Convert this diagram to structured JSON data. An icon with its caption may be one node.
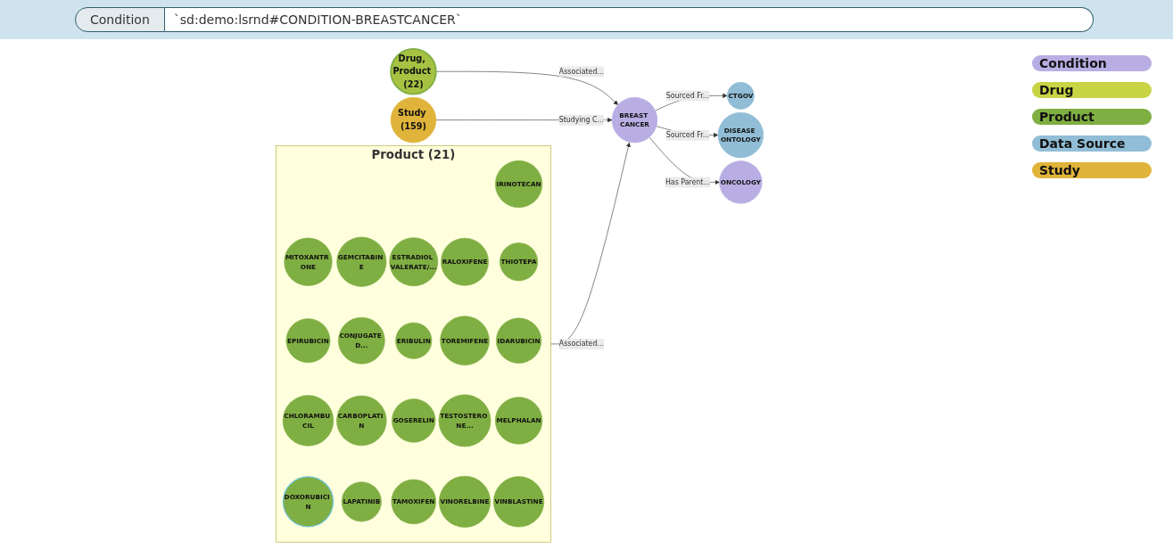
{
  "diagram": {
    "nodes": [
      {
        "text": [
          "Drug, Product (22)"
        ]
      },
      {
        "text": [
          "Product (21)"
        ]
      },
      {
        "text": [
          "IRINOTECAN"
        ],
        "in": 1
      },
      {
        "text": [
          "MITOXANTR ONE"
        ],
        "in": 1
      },
      {
        "text": [
          "GEMCITABIN E"
        ],
        "in": 1
      },
      {
        "text": [
          "ESTRADIOL VALERATE/..."
        ],
        "in": 1
      },
      {
        "text": [
          "RALOXIFENE"
        ],
        "in": 1
      },
      {
        "text": [
          "THIOTEPA"
        ],
        "in": 1
      },
      {
        "text": [
          "EPIRUBICIN"
        ],
        "in": 1
      },
      {
        "text": [
          "CONJUGATE D..."
        ],
        "in": 1
      },
      {
        "text": [
          "ERIBULIN"
        ],
        "in": 1
      },
      {
        "text": [
          "TOREMIFENE"
        ],
        "in": 1
      },
      {
        "text": [
          "IDARUBICIN"
        ],
        "in": 1
      },
      {
        "text": [
          "CHLORAMBU CIL"
        ],
        "in": 1
      },
      {
        "text": [
          "CARBOPLATI N"
        ],
        "in": 1
      },
      {
        "text": [
          "GOSERELIN"
        ],
        "in": 1
      },
      {
        "text": [
          "TESTOSTERO NE..."
        ],
        "in": 1
      },
      {
        "text": [
          "MELPHALAN"
        ],
        "in": 1
      },
      {
        "text": [
          "DOXORUBICI N"
        ],
        "in": 1
      },
      {
        "text": [
          "LAPATINIB"
        ],
        "in": 1
      },
      {
        "text": [
          "TAMOXIFEN"
        ],
        "in": 1
      },
      {
        "text": [
          "VINORELBINE"
        ],
        "in": 1
      },
      {
        "text": [
          "VINBLASTINE"
        ],
        "in": 1
      },
      {
        "text": [
          "CTGOV"
        ]
      },
      {
        "text": [
          "DISEASE ONTOLOGY"
        ]
      },
      {
        "text": [
          "BREAST CANCER"
        ]
      },
      {
        "text": [
          "ONCOLOGY"
        ]
      },
      {
        "text": [
          "Study (159)"
        ]
      }
    ],
    "edges": [
      {
        "from": 0,
        "to": 25,
        "arrow": "to",
        "label": "Associated..."
      },
      {
        "from": 1,
        "to": 25,
        "arrow": "to",
        "label": "Associated..."
      },
      {
        "from": 25,
        "to": 23,
        "arrow": "to",
        "label": "Sourced Fr..."
      },
      {
        "from": 25,
        "to": 24,
        "arrow": "to",
        "label": "Sourced Fr..."
      },
      {
        "from": 25,
        "to": 26,
        "arrow": "to",
        "label": "Has Parent..."
      },
      {
        "from": 27,
        "to": 25,
        "arrow": "to",
        "label": "Studying C..."
      }
    ],
    "labels": [
      "Condition",
      "`sd:demo:lsrnd#CONDITION-BREASTCANCER`"
    ],
    "legend": [
      {
        "text": "Condition",
        "color": "#b9aee3"
      },
      {
        "text": "Drug",
        "color": "#c8d444"
      },
      {
        "text": "Product",
        "color": "#7fae42"
      },
      {
        "text": "Data Source",
        "color": "#91bdd6"
      },
      {
        "text": "Study",
        "color": "#e0b43a"
      }
    ]
  }
}
